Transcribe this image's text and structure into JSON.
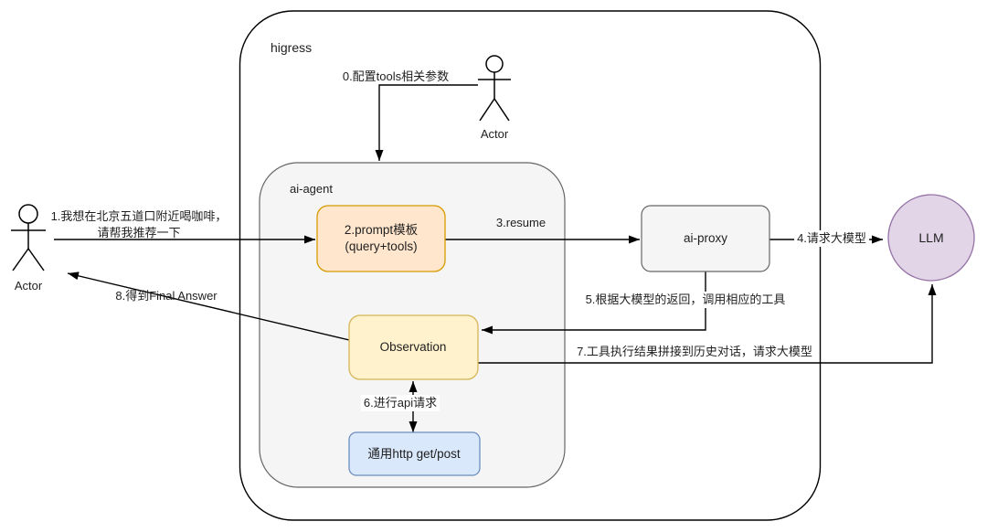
{
  "diagram": {
    "arrow_color": "#000000",
    "higress": {
      "label": "higress",
      "fill": "#ffffff",
      "border": "#000000"
    },
    "ai_agent": {
      "label": "ai-agent",
      "fill": "#f5f5f5",
      "border": "#666666"
    },
    "nodes": {
      "prompt": {
        "label_line1": "2.prompt模板",
        "label_line2": "(query+tools)",
        "fill": "#ffe6cc",
        "border": "#d79b00"
      },
      "ai_proxy": {
        "label": "ai-proxy",
        "fill": "#f5f5f5",
        "border": "#666666"
      },
      "observation": {
        "label": "Observation",
        "fill": "#fff2cc",
        "border": "#d6b656"
      },
      "http": {
        "label": "通用http get/post",
        "fill": "#dae8fc",
        "border": "#6c8ebf"
      },
      "llm": {
        "label": "LLM",
        "fill": "#e1d5e7",
        "border": "#9673a6"
      }
    },
    "actors": {
      "top": {
        "label": "Actor"
      },
      "left": {
        "label": "Actor"
      }
    },
    "edges": {
      "e0": {
        "label": "0.配置tools相关参数"
      },
      "e1": {
        "label_line1": "1.我想在北京五道口附近喝咖啡，",
        "label_line2": "请帮我推荐一下"
      },
      "e3": {
        "label": "3.resume"
      },
      "e4": {
        "label": "4.请求大模型"
      },
      "e5": {
        "label": "5.根据大模型的返回，调用相应的工具"
      },
      "e6": {
        "label": "6.进行api请求"
      },
      "e7": {
        "label": "7.工具执行结果拼接到历史对话，请求大模型"
      },
      "e8": {
        "label": "8.得到Final Answer"
      }
    }
  }
}
